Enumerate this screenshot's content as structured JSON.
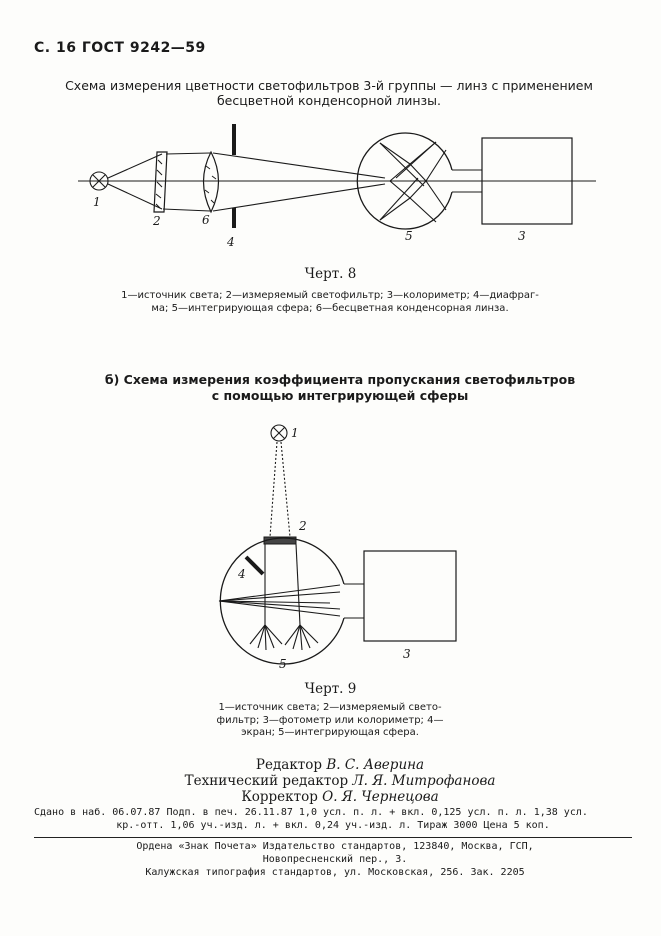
{
  "header": "С. 16 ГОСТ 9242—59",
  "section1": {
    "title_line1": "Схема измерения цветности светофильтров 3-й группы — линз с применением",
    "title_line2": "бесцветной конденсорной линзы."
  },
  "figure8": {
    "labels": [
      "1",
      "2",
      "6",
      "4",
      "5",
      "3"
    ],
    "caption": "Черт. 8",
    "legend_line1": "1—источник света; 2—измеряемый светофильтр; 3—колориметр; 4—диафраг-",
    "legend_line2": "ма; 5—интегрирующая сфера; 6—бесцветная конденсорная линза."
  },
  "section2": {
    "title_line1": "б) Схема измерения коэффициента пропускания светофильтров",
    "title_line2": "с помощью интегрирующей сферы"
  },
  "figure9": {
    "labels": [
      "1",
      "2",
      "4",
      "5",
      "3"
    ],
    "caption": "Черт. 9",
    "legend_line1": "1—источник света; 2—измеряемый свето-",
    "legend_line2": "фильтр; 3—фотометр или колориметр; 4—",
    "legend_line3": "экран; 5—интегрирующая сфера."
  },
  "credits": {
    "editor_role": "Редактор",
    "editor_name": "В. С. Аверина",
    "tech_editor_role": "Технический редактор",
    "tech_editor_name": "Л. Я. Митрофанова",
    "corrector_role": "Корректор",
    "corrector_name": "О. Я. Чернецова"
  },
  "imprint": {
    "line1": "Сдано в наб. 06.07.87 Подп. в печ. 26.11.87 1,0 усл. п. л. + вкл. 0,125 усл. п. л. 1,38 усл.",
    "line2": "кр.-отт. 1,06 уч.-изд. л. + вкл. 0,24 уч.-изд. л. Тираж 3000 Цена 5 коп."
  },
  "publisher": {
    "line1": "Ордена «Знак Почета» Издательство стандартов, 123840, Москва, ГСП,",
    "line2": "Новопресненский пер., 3.",
    "line3": "Калужская типография стандартов, ул. Московская, 256. Зак. 2205"
  }
}
